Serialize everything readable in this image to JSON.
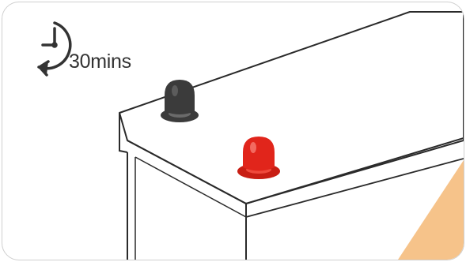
{
  "timer": {
    "label": "30mins",
    "icon": "clock-rotate-icon"
  },
  "battery": {
    "terminals": [
      {
        "name": "negative-terminal",
        "color": "#3b3b3b"
      },
      {
        "name": "positive-terminal",
        "color": "#e1251b"
      }
    ],
    "accent_color": "#f6c38a",
    "outline_color": "#2a2a2a"
  }
}
